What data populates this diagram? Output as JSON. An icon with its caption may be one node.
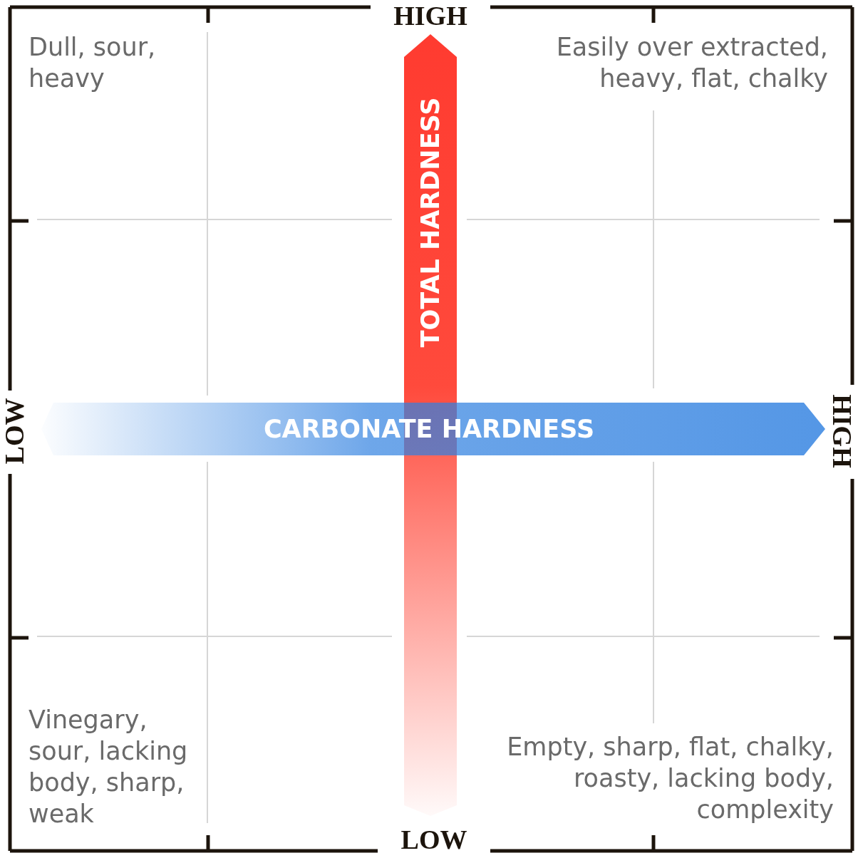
{
  "diagram": {
    "labels": [
      "HIGH",
      "Dull, sour, heavy",
      "Easily over extracted, heavy, flat, chalky",
      "TOTAL HARDNESS",
      "LOW",
      "CARBONATE HARDNESS",
      "HIGH",
      "Vinegary, sour, lacking body, sharp, weak",
      "Empty, sharp, flat, chalky, roasty, lacking body, complexity",
      "LOW"
    ]
  }
}
